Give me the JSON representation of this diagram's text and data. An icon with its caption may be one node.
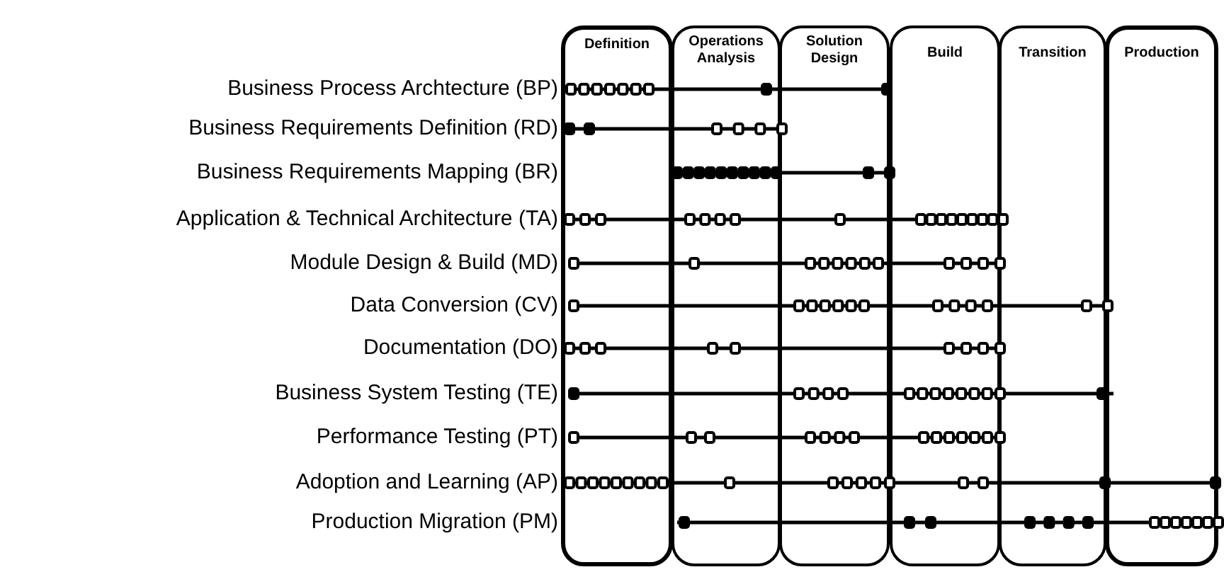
{
  "diagram": {
    "nodes": [
      {
        "text": [
          "Definition"
        ]
      },
      {
        "text": [
          "Operations Analysis"
        ]
      },
      {
        "text": [
          "Solution Design"
        ]
      },
      {
        "text": [
          "Build"
        ]
      },
      {
        "text": [
          "Transition"
        ]
      },
      {
        "text": [
          "Production"
        ]
      }
    ],
    "labels": [
      "Business Process Archtecture (BP)",
      "Business Requirements Definition (RD)",
      "Business Requirements Mapping (BR)",
      "Application & Technical Architecture (TA)",
      "Module Design & Build (MD)",
      "Data Conversion (CV)",
      "Documentation (DO)",
      "Business System Testing (TE)",
      "Performance Testing (PT)",
      "Adoption and Learning (AP)",
      "Production Migration (PM)"
    ]
  }
}
